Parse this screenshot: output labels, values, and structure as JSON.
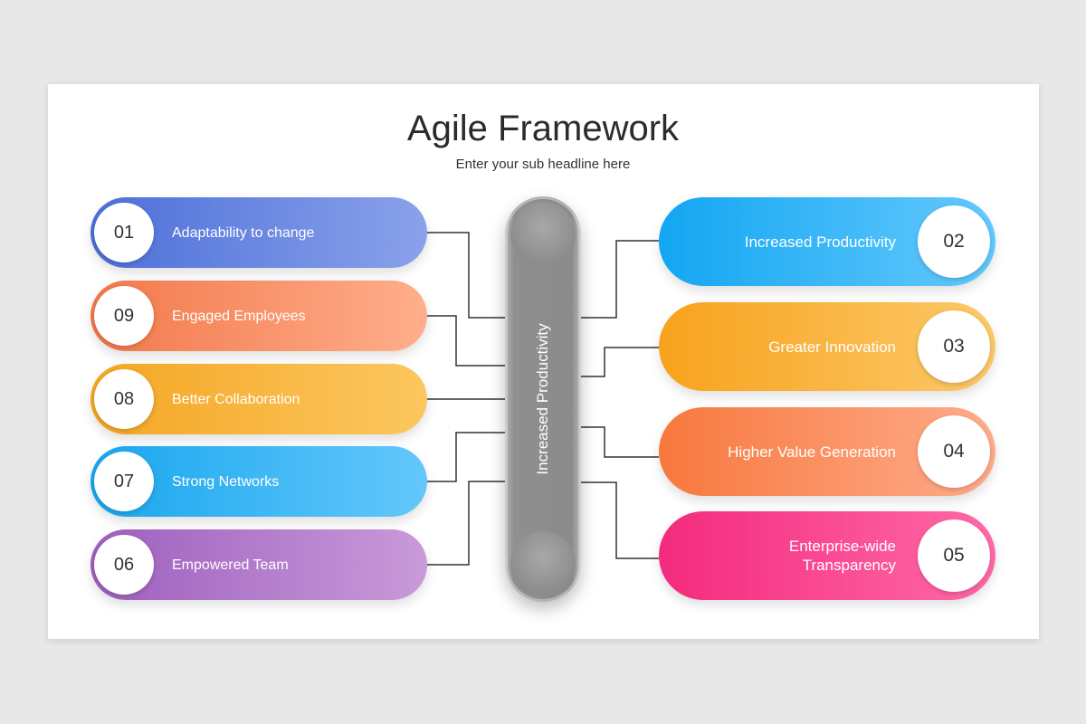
{
  "title": "Agile Framework",
  "subtitle": "Enter your sub headline here",
  "center_label": "Increased Productivity",
  "left_items": [
    {
      "num": "01",
      "label": "Adaptability to change"
    },
    {
      "num": "09",
      "label": "Engaged Employees"
    },
    {
      "num": "08",
      "label": "Better Collaboration"
    },
    {
      "num": "07",
      "label": "Strong Networks"
    },
    {
      "num": "06",
      "label": "Empowered Team"
    }
  ],
  "right_items": [
    {
      "num": "02",
      "label": "Increased Productivity"
    },
    {
      "num": "03",
      "label": "Greater Innovation"
    },
    {
      "num": "04",
      "label": "Higher Value Generation"
    },
    {
      "num": "05",
      "label": "Enterprise-wide Transparency"
    }
  ],
  "colors": {
    "item_01": "#4d6fd9",
    "item_09": "#f2784a",
    "item_08": "#f4a623",
    "item_07": "#1aa6ee",
    "item_06": "#9d5fbe",
    "item_02": "#13a6f2",
    "item_03": "#f8a21c",
    "item_04": "#f7783e",
    "item_05": "#f42a7d",
    "center_bar": "#8c8c8c"
  }
}
